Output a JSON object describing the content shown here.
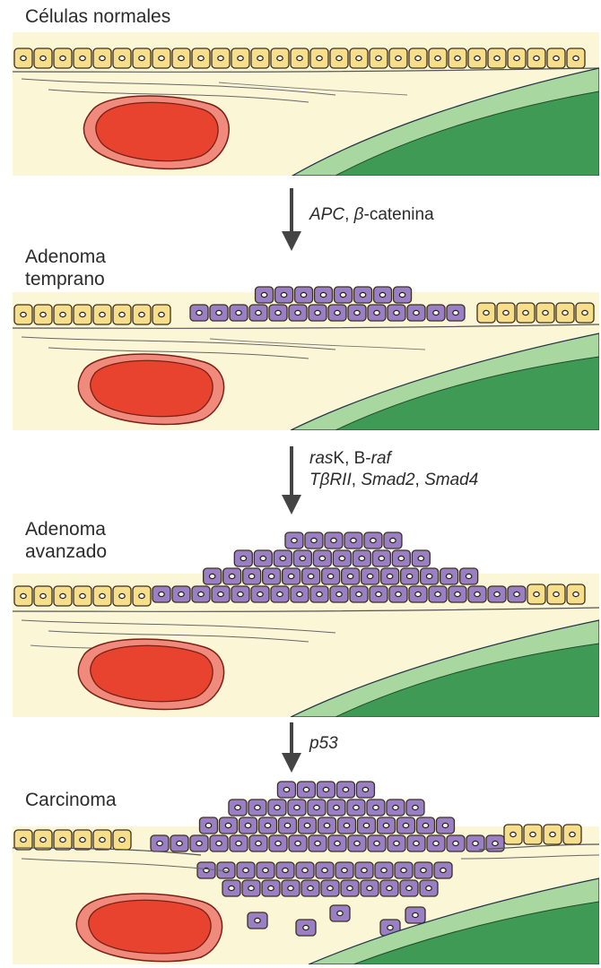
{
  "stages": [
    {
      "id": "normal",
      "label_lines": [
        "Células normales"
      ]
    },
    {
      "id": "early",
      "label_lines": [
        "Adenoma",
        "temprano"
      ]
    },
    {
      "id": "advanced",
      "label_lines": [
        "Adenoma",
        "avanzado"
      ]
    },
    {
      "id": "carcinoma",
      "label_lines": [
        "Carcinoma"
      ]
    }
  ],
  "transitions": [
    {
      "segments": [
        [
          {
            "t": "APC",
            "i": true
          },
          {
            "t": ", ",
            "i": false
          },
          {
            "t": "β",
            "i": true
          },
          {
            "t": "-catenina",
            "i": false
          }
        ]
      ]
    },
    {
      "segments": [
        [
          {
            "t": "ras",
            "i": true
          },
          {
            "t": "K, B-",
            "i": false
          },
          {
            "t": "raf",
            "i": true
          }
        ],
        [
          {
            "t": "TβRII",
            "i": true
          },
          {
            "t": ", ",
            "i": false
          },
          {
            "t": "Smad2",
            "i": true
          },
          {
            "t": ", ",
            "i": false
          },
          {
            "t": "Smad4",
            "i": true
          }
        ]
      ]
    },
    {
      "segments": [
        [
          {
            "t": "p53",
            "i": true
          }
        ]
      ]
    }
  ],
  "colors": {
    "normal_cell": "#f6de8a",
    "tumor_cell": "#9a7fc4",
    "stroma": "#fbf6d6",
    "vessel": "#e8432e",
    "vessel_rim": "#f08a7c",
    "muscle": "#3f9a56",
    "muscle_light": "#a8d7a0"
  }
}
